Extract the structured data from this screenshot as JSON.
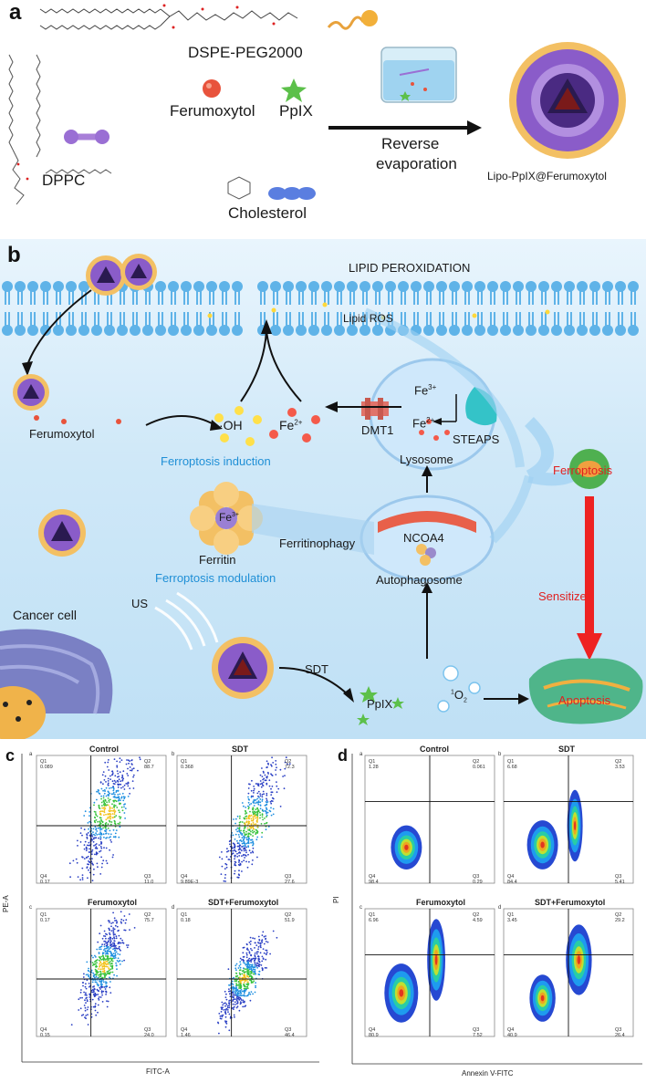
{
  "panels": {
    "a": "a",
    "b": "b",
    "c": "c",
    "d": "d"
  },
  "panel_a": {
    "dspe_peg": "DSPE-PEG2000",
    "ferumoxytol": "Ferumoxytol",
    "ppix": "PpIX",
    "dppc": "DPPC",
    "cholesterol": "Cholesterol",
    "process_line1": "Reverse",
    "process_line2": "evaporation",
    "product": "Lipo-PpIX@Ferumoxytol"
  },
  "panel_b": {
    "lipid_peroxidation": "LIPID PEROXIDATION",
    "lipid_ros": "Lipid ROS",
    "ferumoxytol": "Ferumoxytol",
    "oh": "·OH",
    "fe2": "Fe",
    "fe2_sup": "2+",
    "ferroptosis_induction": "Ferroptosis induction",
    "fe3": "Fe",
    "fe3_sup": "3+",
    "fe2_lys": "Fe",
    "fe2_lys_sup": "2+",
    "dmt1": "DMT1",
    "steaps": "STEAPS",
    "lysosome": "Lysosome",
    "ferroptosis": "Ferroptosis",
    "ferritin_fe": "Fe",
    "ferritin_fe_sup": "3+",
    "ferritin": "Ferritin",
    "ferritinophagy": "Ferritinophagy",
    "ncoa4": "NCOA4",
    "autophagosome": "Autophagosome",
    "ferroptosis_modulation": "Ferroptosis modulation",
    "sensitize": "Sensitize",
    "cancer_cell": "Cancer cell",
    "us": "US",
    "sdt": "SDT",
    "ppix": "PpIX",
    "singlet_o2_pre": "1",
    "singlet_o2": "O",
    "singlet_o2_sub": "2",
    "apoptosis": "Apoptosis"
  },
  "panel_c": {
    "xlabel": "FITC-A",
    "ylabel": "PE-A",
    "plots": [
      {
        "letter": "a",
        "title": "Control",
        "q1": "Q1",
        "q1v": "0.089",
        "q2": "Q2",
        "q2v": "88.7",
        "q3": "Q3",
        "q3v": "11.0",
        "q4": "Q4",
        "q4v": "0.17"
      },
      {
        "letter": "b",
        "title": "SDT",
        "q1": "Q1",
        "q1v": "0.368",
        "q2": "Q2",
        "q2v": "72.3",
        "q3": "Q3",
        "q3v": "27.6",
        "q4": "Q4",
        "q4v": "9.89E-3"
      },
      {
        "letter": "c",
        "title": "Ferumoxytol",
        "q1": "Q1",
        "q1v": "0.17",
        "q2": "Q2",
        "q2v": "75.7",
        "q3": "Q3",
        "q3v": "24.0",
        "q4": "Q4",
        "q4v": "0.15"
      },
      {
        "letter": "d",
        "title": "SDT+Ferumoxytol",
        "q1": "Q1",
        "q1v": "0.18",
        "q2": "Q2",
        "q2v": "51.9",
        "q3": "Q3",
        "q3v": "46.4",
        "q4": "Q4",
        "q4v": "1.46"
      }
    ]
  },
  "panel_d": {
    "xlabel": "Annexin V-FITC",
    "ylabel": "PI",
    "plots": [
      {
        "letter": "a",
        "title": "Control",
        "q1": "Q1",
        "q1v": "1.28",
        "q2": "Q2",
        "q2v": "0.061",
        "q3": "Q3",
        "q3v": "0.29",
        "q4": "Q4",
        "q4v": "98.4"
      },
      {
        "letter": "b",
        "title": "SDT",
        "q1": "Q1",
        "q1v": "6.68",
        "q2": "Q2",
        "q2v": "3.53",
        "q3": "Q3",
        "q3v": "5.41",
        "q4": "Q4",
        "q4v": "84.4"
      },
      {
        "letter": "c",
        "title": "Ferumoxytol",
        "q1": "Q1",
        "q1v": "6.96",
        "q2": "Q2",
        "q2v": "4.59",
        "q3": "Q3",
        "q3v": "7.52",
        "q4": "Q4",
        "q4v": "80.9"
      },
      {
        "letter": "d",
        "title": "SDT+Ferumoxytol",
        "q1": "Q1",
        "q1v": "3.45",
        "q2": "Q2",
        "q2v": "29.2",
        "q3": "Q3",
        "q3v": "26.4",
        "q4": "Q4",
        "q4v": "40.9"
      }
    ]
  },
  "colors": {
    "blue_label": "#1f8fd6",
    "red_label": "#e02020",
    "membrane_head": "#5fb3e8",
    "liposome_purple": "#8a5cc9",
    "peg_orange": "#f2b65a"
  }
}
